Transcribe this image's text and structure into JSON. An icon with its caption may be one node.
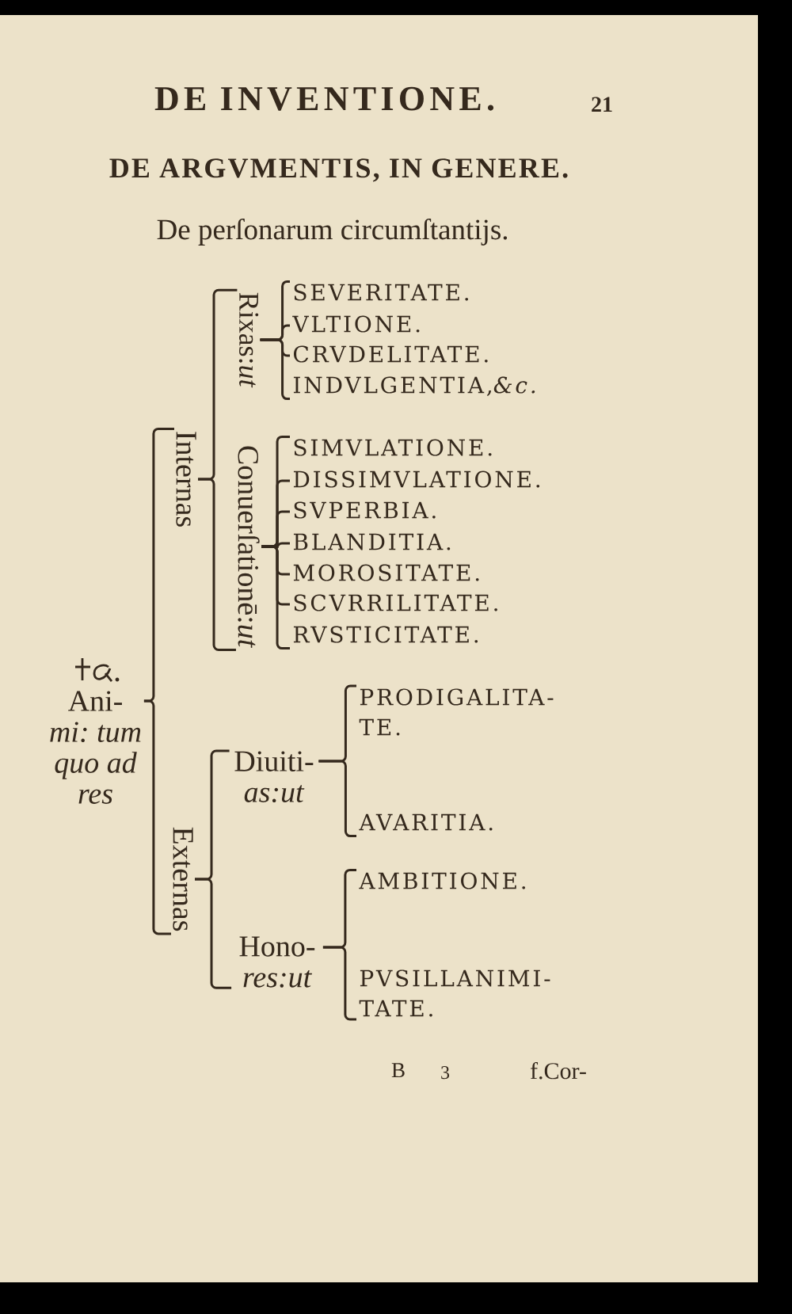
{
  "diagram": {
    "title": "DE INVENTIONE.",
    "nodes": [
      {
        "text": [
          "Ani- *mi: tum quo ad res*"
        ]
      },
      {
        "text": [
          "Internas"
        ]
      },
      {
        "text": [
          "Rixas:*ut*"
        ]
      },
      {
        "text": [
          "SEVERITATE."
        ]
      },
      {
        "text": [
          "VLTIONE."
        ]
      },
      {
        "text": [
          "CRVDELITATE."
        ]
      },
      {
        "text": [
          "INDVLGENTIA,*&c.*"
        ]
      },
      {
        "text": [
          "Conuerſationē:*ut*"
        ]
      },
      {
        "text": [
          "SIMVLATIONE."
        ]
      },
      {
        "text": [
          "DISSIMVLATIONE."
        ]
      },
      {
        "text": [
          "SVPERBIA."
        ]
      },
      {
        "text": [
          "BLANDITIA."
        ]
      },
      {
        "text": [
          "MOROSITATE."
        ]
      },
      {
        "text": [
          "SCVRRILITATE."
        ]
      },
      {
        "text": [
          "RVSTICITATE."
        ]
      },
      {
        "text": [
          "Externas"
        ]
      },
      {
        "text": [
          "Diuiti- *as:ut*"
        ]
      },
      {
        "text": [
          "PRODIGALITA- TE."
        ]
      },
      {
        "text": [
          "AVARITIA."
        ]
      },
      {
        "text": [
          "Hono- *res:ut*"
        ]
      },
      {
        "text": [
          "AMBITIONE."
        ]
      },
      {
        "text": [
          "PVSILLANIMI- TATE."
        ]
      }
    ],
    "edges": [
      {
        "from": 0,
        "to": 1,
        "arrow": "none"
      },
      {
        "from": 1,
        "to": 2,
        "arrow": "none"
      },
      {
        "from": 2,
        "to": 3,
        "arrow": "none"
      },
      {
        "from": 2,
        "to": 4,
        "arrow": "none"
      },
      {
        "from": 2,
        "to": 5,
        "arrow": "none"
      },
      {
        "from": 2,
        "to": 6,
        "arrow": "none"
      },
      {
        "from": 1,
        "to": 7,
        "arrow": "none"
      },
      {
        "from": 7,
        "to": 8,
        "arrow": "none"
      },
      {
        "from": 7,
        "to": 9,
        "arrow": "none"
      },
      {
        "from": 7,
        "to": 10,
        "arrow": "none"
      },
      {
        "from": 7,
        "to": 11,
        "arrow": "none"
      },
      {
        "from": 7,
        "to": 12,
        "arrow": "none"
      },
      {
        "from": 7,
        "to": 13,
        "arrow": "none"
      },
      {
        "from": 7,
        "to": 14,
        "arrow": "none"
      },
      {
        "from": 0,
        "to": 15,
        "arrow": "none"
      },
      {
        "from": 15,
        "to": 16,
        "arrow": "none"
      },
      {
        "from": 16,
        "to": 17,
        "arrow": "none"
      },
      {
        "from": 16,
        "to": 18,
        "arrow": "none"
      },
      {
        "from": 15,
        "to": 19,
        "arrow": "none"
      },
      {
        "from": 19,
        "to": 20,
        "arrow": "none"
      },
      {
        "from": 19,
        "to": 21,
        "arrow": "none"
      }
    ],
    "labels": [
      "21",
      "DE ARGVMENTIS, IN GENERE.",
      "De perſonarum circumſtantijs.",
      "B",
      "3",
      "f.Cor-"
    ]
  }
}
